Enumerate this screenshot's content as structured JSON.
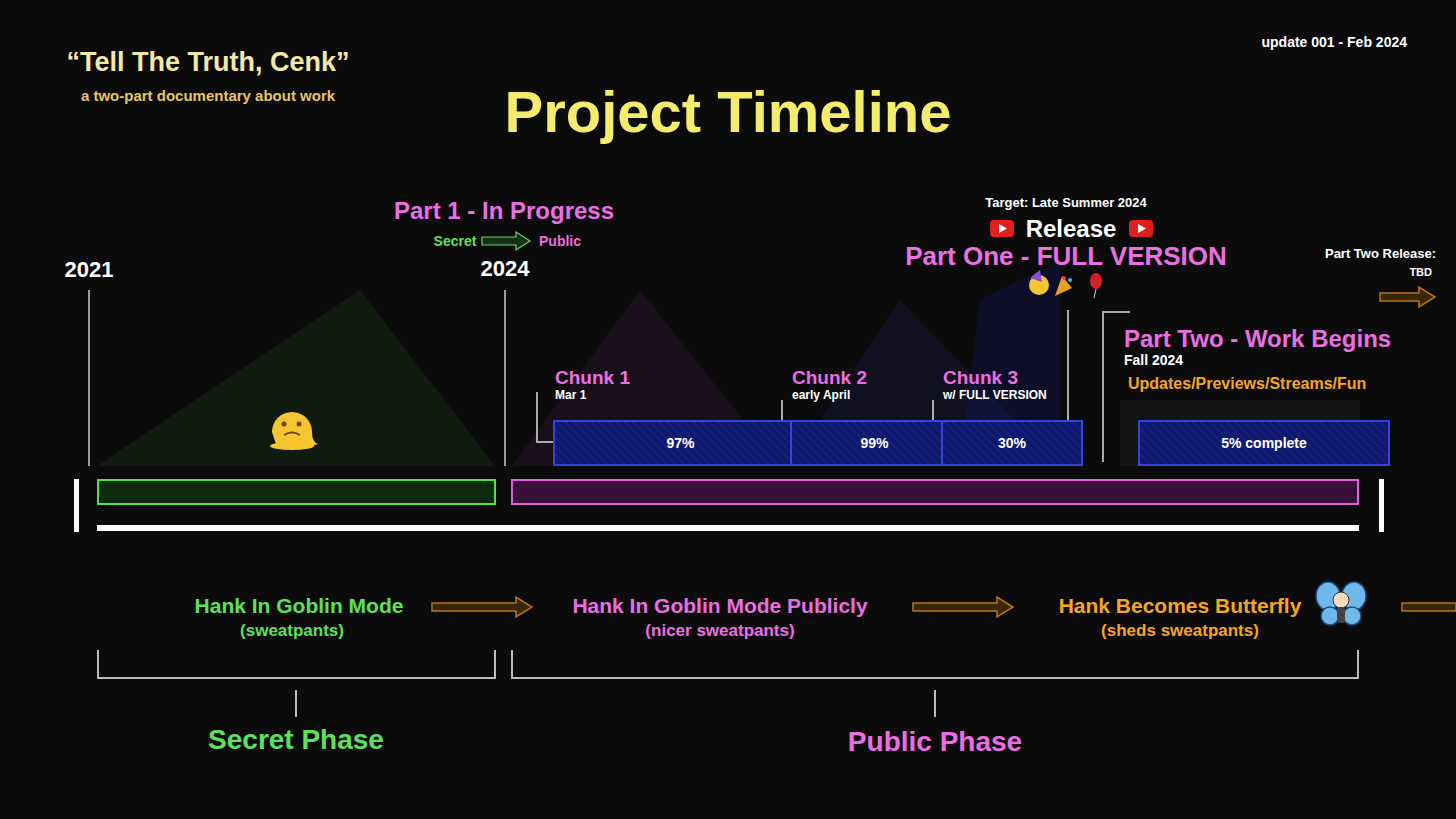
{
  "diagram": {
    "title": "Project Timeline",
    "nodes": [
      {
        "text": [
          "Chunk 1",
          "Mar 1",
          "97%"
        ]
      },
      {
        "text": [
          "Chunk 2",
          "early April",
          "99%"
        ]
      },
      {
        "text": [
          "Chunk 3",
          "w/ FULL VERSION",
          "30%"
        ]
      },
      {
        "text": [
          "Part Two - Work Begins",
          "Fall 2024",
          "Updates/Previews/Streams/Fun",
          "5% complete"
        ]
      }
    ],
    "labels": [
      "“Tell The Truth, Cenk”",
      "a two-part documentary about work",
      "update 001 - Feb 2024",
      "Part 1 - In Progress",
      "Secret",
      "Public",
      "2021",
      "2024",
      "Target: Late Summer 2024",
      "Release",
      "Part One - FULL VERSION",
      "Part Two Release:",
      "TBD",
      "Hank In Goblin Mode",
      "(sweatpants)",
      "Hank In Goblin Mode Publicly",
      "(nicer sweatpants)",
      "Hank Becomes Butterfly",
      "(sheds sweatpants)",
      "Secret Phase",
      "Public Phase"
    ]
  }
}
